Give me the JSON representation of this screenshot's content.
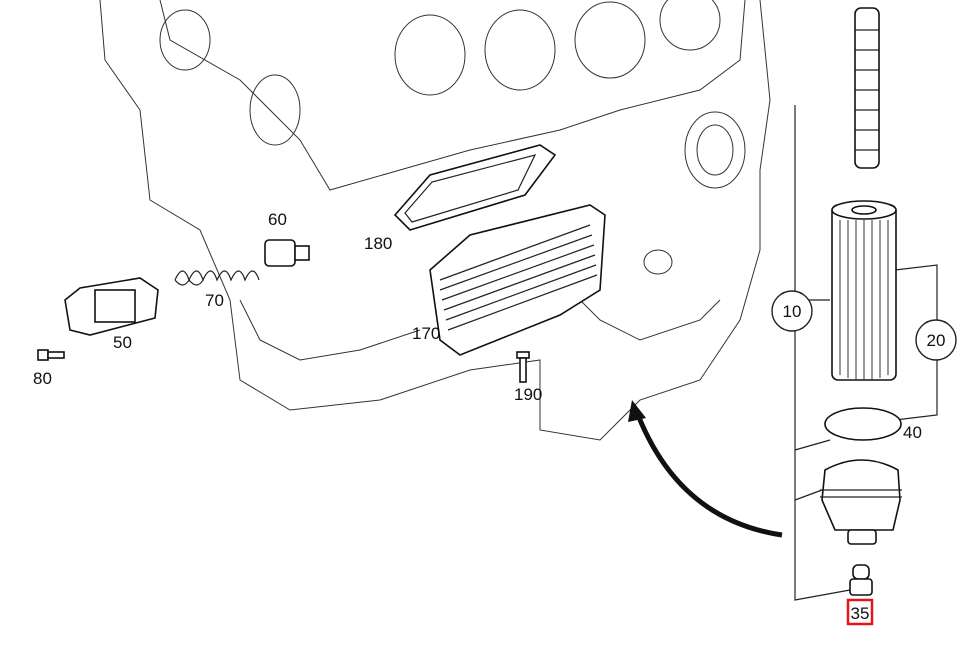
{
  "diagram": {
    "callouts": [
      {
        "id": "60",
        "text": "60"
      },
      {
        "id": "180",
        "text": "180"
      },
      {
        "id": "70",
        "text": "70"
      },
      {
        "id": "50",
        "text": "50"
      },
      {
        "id": "170",
        "text": "170"
      },
      {
        "id": "80",
        "text": "80"
      },
      {
        "id": "190",
        "text": "190"
      },
      {
        "id": "10",
        "text": "10",
        "style": "circled"
      },
      {
        "id": "20",
        "text": "20",
        "style": "circled"
      },
      {
        "id": "40",
        "text": "40"
      },
      {
        "id": "35",
        "text": "35",
        "style": "highlighted"
      }
    ],
    "highlight_color": "#e8141c"
  }
}
